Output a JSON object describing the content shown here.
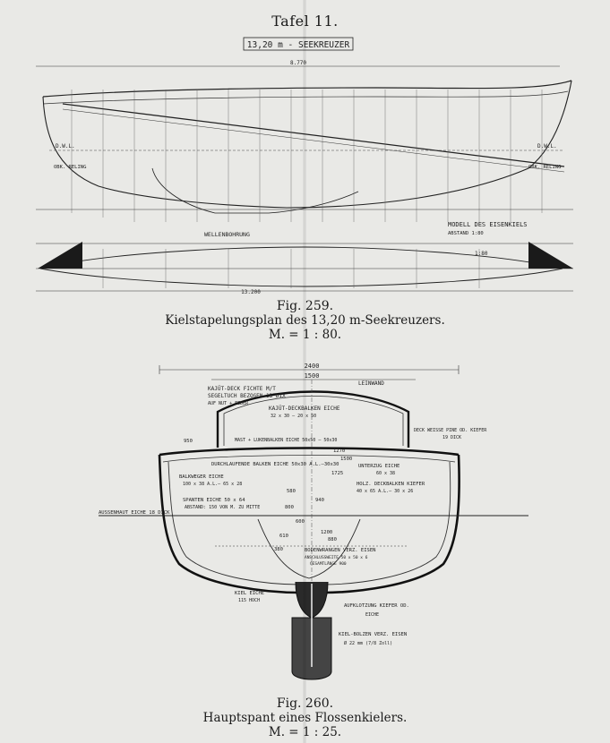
{
  "plate_title": "Tafel 11.",
  "fig259": {
    "number": "Fig. 259.",
    "title": "Kielstapelungsplan des 13,20 m-Seekreuzers.",
    "scale": "M. = 1 : 80.",
    "drawing_title": "13,20 m - SEEKREUZER",
    "labels": {
      "modell_eisenkiel": "MODELL DES EISENKIELS",
      "wellenbohrung": "WELLENBOHRUNG",
      "abstand": "ABSTAND 1:80",
      "dwl_right": "D.W.L.",
      "dwl_left": "D.W.L.",
      "ok_reling_left": "OBK. RELING",
      "ok_reling_right": "OBK. RELING",
      "total_length": "13.200",
      "len_top": "8.770",
      "scale_note": "1:80"
    }
  },
  "fig260": {
    "number": "Fig. 260.",
    "title": "Hauptspant eines Flossenkielers.",
    "scale": "M. = 1 : 25.",
    "labels": {
      "width_outer": "2400",
      "width_inner": "1500",
      "kajut_deck": "KAJÜT-DECK FICHTE M/T",
      "segeltuch": "SEGELTUCH BEZOGEN 13 DIX",
      "auf_nut": "AUF NUT + FEDER",
      "leinwand": "LEINWAND",
      "kajut_deckbalken": "KAJÜT-DECKBALKEN EICHE",
      "kajut_deckbalken_dim": "32 x 30 — 20 x 50",
      "mast_lukenbalken": "MAST + LUKENBALKEN EICHE 50x50 — 50x30",
      "deck_label": "DECK WEISSE PINE OD. KIEFER",
      "deck_dim": "19 DICK",
      "unterzug": "UNTERZUG EICHE",
      "unterzug_dim": "60 x 38",
      "durchlaufende": "DURCHLAUFENDE BALKEN EICHE 50x30 A.L.—30x30",
      "balkweger": "BALKWEGER EICHE",
      "balkweger_dim": "100 x 38 A.L.— 65 x 28",
      "holzdeckbalken": "HOLZ. DECKBALKEN KIEFER",
      "holzdeckbalken_dim": "40 x 65 A.L.— 30 x 26",
      "spanten": "SPANTEN EICHE 50 x 64",
      "spanten_abstand": "ABSTAND: 150 VON M. ZU MITTE",
      "aussenhaut": "AUSSENHAUT EICHE 18 DICK",
      "bodenwrangen": "BODENWRANGEN VERZ. EISEN",
      "bodenwrangen_dim": "ANSCHLUSSWEITE 50 x 50 x 6",
      "bodenwrangen_dim2": "GESAMTLÄNGE 900",
      "kiel": "KIEL EICHE",
      "kiel_dim": "115 HOCH",
      "aufklotzung": "AUFKLOTZUNG KIEFER OD.",
      "aufklotzung2": "EICHE",
      "kielbolzen": "KIEL-BOLZEN VERZ. EISEN",
      "kielbolzen_dim": "Ø 22 mm (7/8 Zoll)",
      "dim_1270": "1270",
      "dim_1500": "1500",
      "dim_580": "580",
      "dim_940": "940",
      "dim_600": "600",
      "dim_380": "380",
      "dim_800": "800",
      "dim_950": "950",
      "dim_1200": "1200",
      "dim_1725": "1725",
      "dim_610": "610",
      "dim_880": "880"
    }
  }
}
